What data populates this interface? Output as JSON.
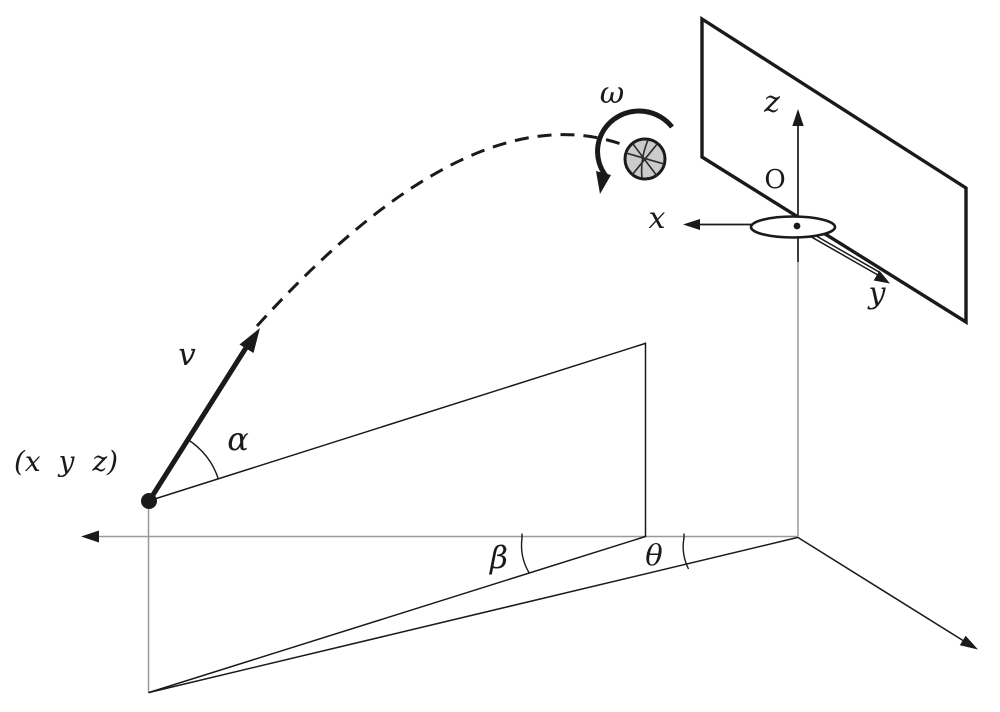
{
  "figure": {
    "type": "physics-diagram",
    "subject": "basketball free-throw trajectory with coordinate frame at the hoop",
    "labels": {
      "omega": "ω",
      "z_axis": "z",
      "origin": "O",
      "x_axis": "x",
      "y_axis": "y",
      "velocity": "v",
      "alpha": "α",
      "launch_point": "(x y z)",
      "beta": "β",
      "theta": "θ"
    },
    "colors": {
      "ink": "#1a1a1a",
      "guide": "#9a9a9a",
      "ball_fill": "#cbcbcb",
      "background": "#ffffff"
    }
  }
}
